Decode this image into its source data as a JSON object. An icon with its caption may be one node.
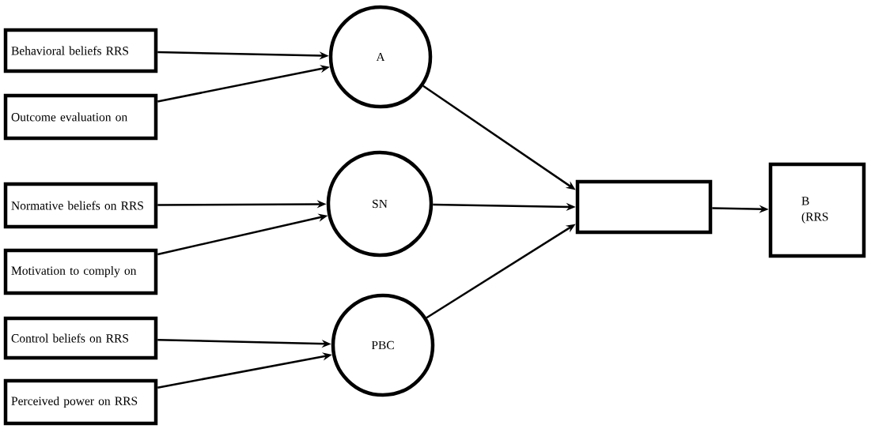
{
  "diagram": {
    "nodes": [
      {
        "text": [
          "Behavioral beliefs RRS"
        ]
      },
      {
        "text": [
          "Outcome evaluation on"
        ]
      },
      {
        "text": [
          "A"
        ]
      },
      {
        "text": [
          "Normative beliefs on RRS"
        ]
      },
      {
        "text": [
          "Motivation to comply on"
        ]
      },
      {
        "text": [
          "SN"
        ]
      },
      {
        "text": [
          "Control beliefs on RRS"
        ]
      },
      {
        "text": [
          "Perceived power on RRS"
        ]
      },
      {
        "text": [
          "PBC"
        ]
      },
      {
        "text": [],
        "shape": "box"
      },
      {
        "text": [
          "B (RRS"
        ]
      }
    ],
    "edges": [
      {
        "from": 0,
        "to": 2,
        "arrow": "to"
      },
      {
        "from": 1,
        "to": 2,
        "arrow": "to"
      },
      {
        "from": 3,
        "to": 5,
        "arrow": "to"
      },
      {
        "from": 4,
        "to": 5,
        "arrow": "to"
      },
      {
        "from": 6,
        "to": 8,
        "arrow": "to"
      },
      {
        "from": 7,
        "to": 8,
        "arrow": "to"
      },
      {
        "from": 2,
        "to": 9,
        "arrow": "to"
      },
      {
        "from": 5,
        "to": 9,
        "arrow": "to"
      },
      {
        "from": 8,
        "to": 9,
        "arrow": "to"
      },
      {
        "from": 9,
        "to": 10,
        "arrow": "to"
      }
    ]
  }
}
